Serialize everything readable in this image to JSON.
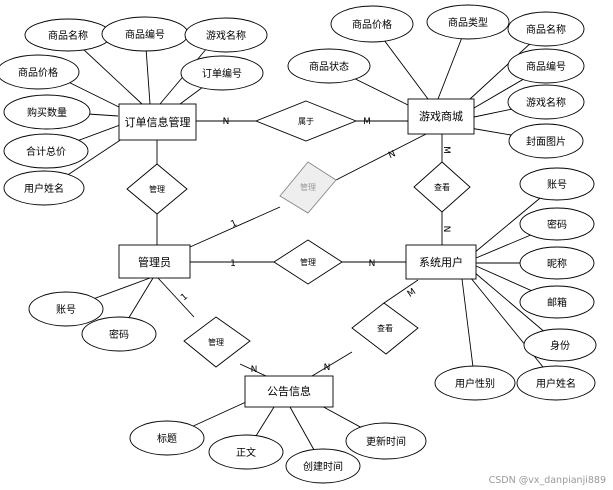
{
  "entities": {
    "order": "订单信息管理",
    "shop": "游戏商城",
    "admin": "管理员",
    "user": "系统用户",
    "notice": "公告信息"
  },
  "relationships": {
    "belongs": "属于",
    "manage_order": "管理",
    "manage_shop": "管理",
    "manage_user": "管理",
    "manage_notice": "管理",
    "view_shop": "查看",
    "view_notice": "查看"
  },
  "attributes": {
    "order": [
      "商品名称",
      "商品编号",
      "游戏名称",
      "商品价格",
      "订单编号",
      "购买数量",
      "合计总价",
      "用户姓名"
    ],
    "shop": [
      "商品价格",
      "商品类型",
      "商品名称",
      "商品状态",
      "商品编号",
      "游戏名称",
      "封面图片"
    ],
    "user": [
      "账号",
      "密码",
      "昵称",
      "邮箱",
      "身份",
      "用户姓名",
      "用户性别"
    ],
    "admin": [
      "账号",
      "密码"
    ],
    "notice": [
      "标题",
      "正文",
      "创建时间",
      "更新时间"
    ]
  },
  "cardinalities": {
    "order_belongs": "N",
    "shop_belongs": "M",
    "admin_manage_shop": "1",
    "shop_manage": "N",
    "shop_view": "M",
    "user_view_shop": "N",
    "admin_manage_user": "1",
    "user_manage": "N",
    "admin_manage_notice": "1",
    "notice_manage": "N",
    "notice_view": "N",
    "user_view_notice": "M"
  },
  "watermark": "CSDN @vx_danpianji889"
}
